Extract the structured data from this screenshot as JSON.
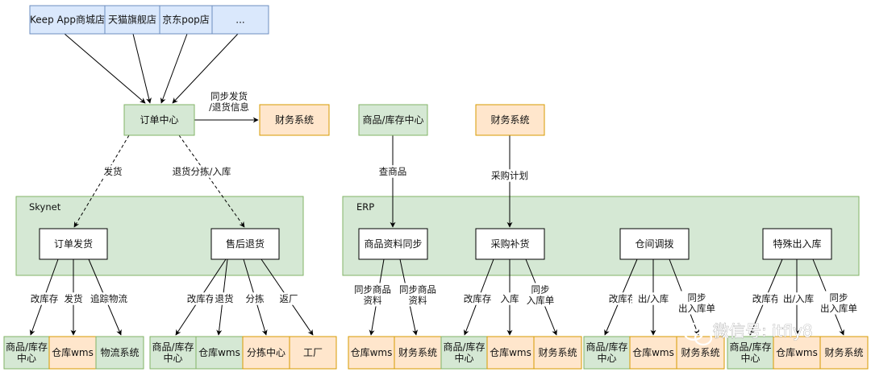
{
  "colors": {
    "blue_fill": "#dae8fc",
    "blue_stroke": "#6c8ebf",
    "green_fill": "#d5e8d4",
    "green_stroke": "#82b366",
    "orange_fill": "#ffe6cc",
    "orange_stroke": "#d79b00",
    "white_fill": "#ffffff",
    "white_stroke": "#000000",
    "line": "#000000"
  },
  "groups": [
    {
      "id": "skynet",
      "label": "Skynet"
    },
    {
      "id": "erp",
      "label": "ERP"
    }
  ],
  "nodes": [
    {
      "id": "shop_keep",
      "lines": [
        "Keep App商城店"
      ],
      "style": "blue"
    },
    {
      "id": "shop_tmall",
      "lines": [
        "天猫旗舰店"
      ],
      "style": "blue"
    },
    {
      "id": "shop_jd",
      "lines": [
        "京东pop店"
      ],
      "style": "blue"
    },
    {
      "id": "shop_more",
      "lines": [
        "..."
      ],
      "style": "blue"
    },
    {
      "id": "order_center",
      "lines": [
        "订单中心"
      ],
      "style": "green"
    },
    {
      "id": "finance_top",
      "lines": [
        "财务系统"
      ],
      "style": "orange"
    },
    {
      "id": "goods_center_top",
      "lines": [
        "商品/库存中心"
      ],
      "style": "green"
    },
    {
      "id": "finance_top2",
      "lines": [
        "财务系统"
      ],
      "style": "orange"
    },
    {
      "id": "order_ship",
      "lines": [
        "订单发货"
      ],
      "style": "white"
    },
    {
      "id": "after_sale",
      "lines": [
        "售后退货"
      ],
      "style": "white"
    },
    {
      "id": "goods_sync",
      "lines": [
        "商品资料同步"
      ],
      "style": "white"
    },
    {
      "id": "purchase",
      "lines": [
        "采购补货"
      ],
      "style": "white"
    },
    {
      "id": "transfer",
      "lines": [
        "仓间调拨"
      ],
      "style": "white"
    },
    {
      "id": "special_io",
      "lines": [
        "特殊出入库"
      ],
      "style": "white"
    },
    {
      "id": "b1",
      "lines": [
        "商品/库存",
        "中心"
      ],
      "style": "green"
    },
    {
      "id": "b2",
      "lines": [
        "仓库wms"
      ],
      "style": "orange"
    },
    {
      "id": "b3",
      "lines": [
        "物流系统"
      ],
      "style": "green"
    },
    {
      "id": "b4",
      "lines": [
        "商品/库存",
        "中心"
      ],
      "style": "green"
    },
    {
      "id": "b5",
      "lines": [
        "仓库wms"
      ],
      "style": "green"
    },
    {
      "id": "b6",
      "lines": [
        "分拣中心"
      ],
      "style": "orange"
    },
    {
      "id": "b7",
      "lines": [
        "工厂"
      ],
      "style": "orange"
    },
    {
      "id": "b8",
      "lines": [
        "仓库wms"
      ],
      "style": "orange"
    },
    {
      "id": "b9",
      "lines": [
        "财务系统"
      ],
      "style": "orange"
    },
    {
      "id": "b10",
      "lines": [
        "商品/库存",
        "中心"
      ],
      "style": "green"
    },
    {
      "id": "b11",
      "lines": [
        "仓库wms"
      ],
      "style": "orange"
    },
    {
      "id": "b12",
      "lines": [
        "财务系统"
      ],
      "style": "orange"
    },
    {
      "id": "b13",
      "lines": [
        "商品/库存",
        "中心"
      ],
      "style": "green"
    },
    {
      "id": "b14",
      "lines": [
        "仓库wms"
      ],
      "style": "orange"
    },
    {
      "id": "b15",
      "lines": [
        "财务系统"
      ],
      "style": "orange"
    },
    {
      "id": "b16",
      "lines": [
        "商品/库存",
        "中心"
      ],
      "style": "green"
    },
    {
      "id": "b17",
      "lines": [
        "仓库wms"
      ],
      "style": "orange"
    },
    {
      "id": "b18",
      "lines": [
        "财务系统"
      ],
      "style": "orange"
    }
  ],
  "edges": [
    {
      "from": "shop_keep",
      "to": "order_center",
      "dashed": false,
      "label": []
    },
    {
      "from": "shop_tmall",
      "to": "order_center",
      "dashed": false,
      "label": []
    },
    {
      "from": "shop_jd",
      "to": "order_center",
      "dashed": false,
      "label": []
    },
    {
      "from": "shop_more",
      "to": "order_center",
      "dashed": false,
      "label": []
    },
    {
      "from": "order_center",
      "to": "finance_top",
      "dashed": false,
      "label": [
        "同步发货",
        "/退货信息"
      ]
    },
    {
      "from": "order_center",
      "to": "order_ship",
      "dashed": true,
      "label": [
        "发货"
      ]
    },
    {
      "from": "order_center",
      "to": "after_sale",
      "dashed": true,
      "label": [
        "退货分拣/入库"
      ]
    },
    {
      "from": "goods_center_top",
      "to": "goods_sync",
      "dashed": false,
      "label": [
        "查商品"
      ]
    },
    {
      "from": "finance_top2",
      "to": "purchase",
      "dashed": false,
      "label": [
        "采购计划"
      ]
    },
    {
      "from": "order_ship",
      "to": "b1",
      "dashed": false,
      "label": [
        "改库存"
      ]
    },
    {
      "from": "order_ship",
      "to": "b2",
      "dashed": false,
      "label": [
        "发货"
      ]
    },
    {
      "from": "order_ship",
      "to": "b3",
      "dashed": false,
      "label": [
        "追踪物流"
      ]
    },
    {
      "from": "after_sale",
      "to": "b4",
      "dashed": false,
      "label": [
        "改库存"
      ]
    },
    {
      "from": "after_sale",
      "to": "b5",
      "dashed": false,
      "label": [
        "退货"
      ]
    },
    {
      "from": "after_sale",
      "to": "b6",
      "dashed": false,
      "label": [
        "分拣"
      ]
    },
    {
      "from": "after_sale",
      "to": "b7",
      "dashed": false,
      "label": [
        "返厂"
      ]
    },
    {
      "from": "goods_sync",
      "to": "b8",
      "dashed": false,
      "label": [
        "同步商品",
        "资料"
      ]
    },
    {
      "from": "goods_sync",
      "to": "b9",
      "dashed": false,
      "label": [
        "同步商品",
        "资料"
      ]
    },
    {
      "from": "purchase",
      "to": "b10",
      "dashed": false,
      "label": [
        "改库存"
      ]
    },
    {
      "from": "purchase",
      "to": "b11",
      "dashed": false,
      "label": [
        "入库"
      ]
    },
    {
      "from": "purchase",
      "to": "b12",
      "dashed": false,
      "label": [
        "同步",
        "入库单"
      ]
    },
    {
      "from": "transfer",
      "to": "b13",
      "dashed": false,
      "label": [
        "改库存"
      ]
    },
    {
      "from": "transfer",
      "to": "b14",
      "dashed": false,
      "label": [
        "出/入库"
      ]
    },
    {
      "from": "transfer",
      "to": "b15",
      "dashed": false,
      "label": [
        "同步",
        "出入库单"
      ]
    },
    {
      "from": "special_io",
      "to": "b16",
      "dashed": false,
      "label": [
        "改库存"
      ]
    },
    {
      "from": "special_io",
      "to": "b17",
      "dashed": false,
      "label": [
        "出/入库"
      ]
    },
    {
      "from": "special_io",
      "to": "b18",
      "dashed": false,
      "label": [
        "同步",
        "出入库单"
      ]
    }
  ],
  "watermark": {
    "text": "微信号: itfly8",
    "icon": "wechat-icon"
  }
}
